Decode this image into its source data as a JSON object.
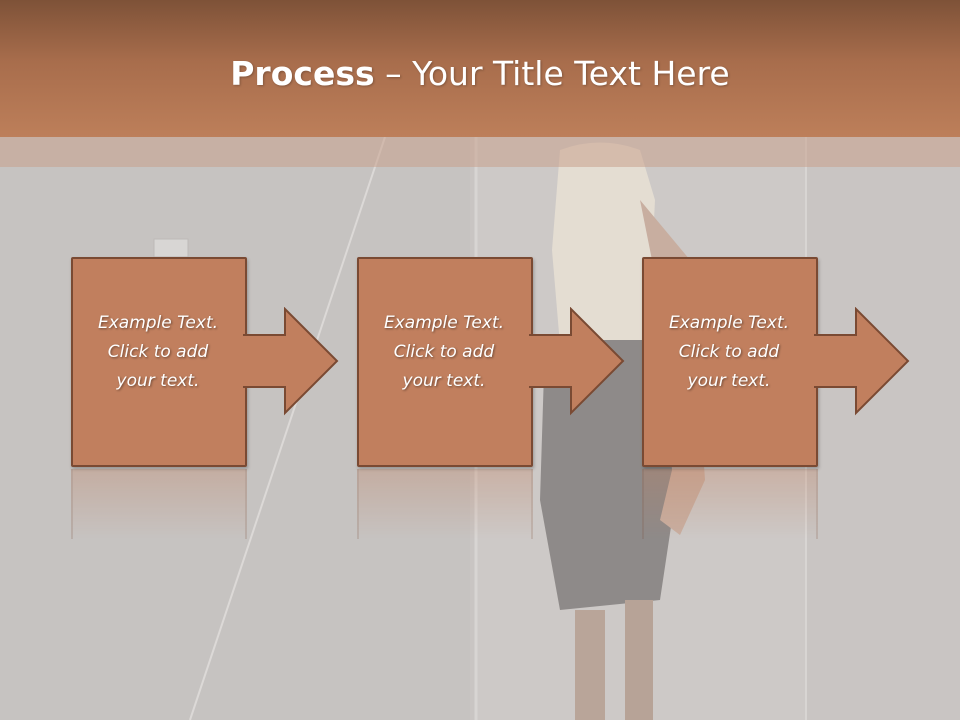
{
  "slide": {
    "title_bold": "Process",
    "title_rest": " – Your Title Text Here"
  },
  "steps": [
    {
      "text": "Example Text.\nClick  to add\nyour text."
    },
    {
      "text": "Example Text.\nClick  to add\nyour text."
    },
    {
      "text": "Example Text.\nClick  to add\nyour text."
    }
  ],
  "colors": {
    "header": "#a86d4c",
    "box_fill": "#c17f5e",
    "box_border": "#7a4a33",
    "background": "#c9c6c4"
  }
}
